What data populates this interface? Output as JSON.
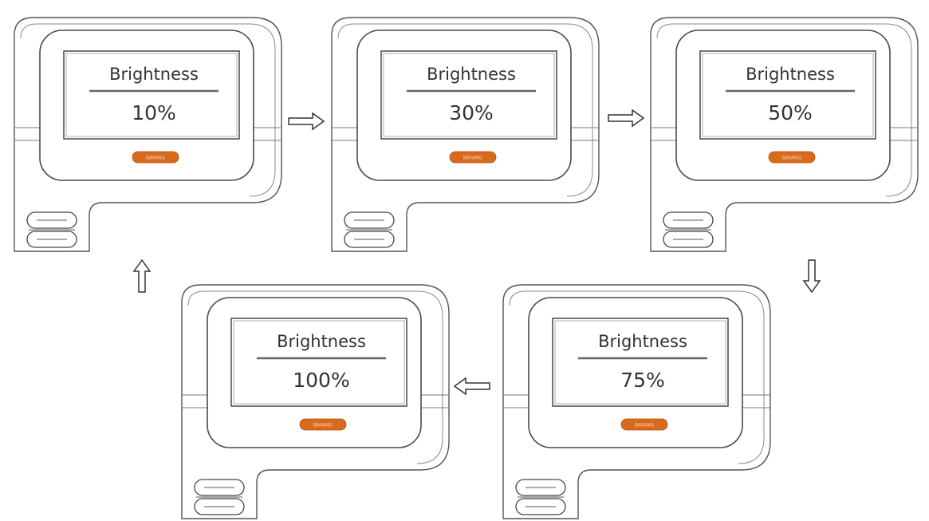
{
  "screens": [
    {
      "label": "Brightness",
      "value": "10%",
      "brand": "BAFANG"
    },
    {
      "label": "Brightness",
      "value": "30%",
      "brand": "BAFANG"
    },
    {
      "label": "Brightness",
      "value": "50%",
      "brand": "BAFANG"
    },
    {
      "label": "Brightness",
      "value": "75%",
      "brand": "BAFANG"
    },
    {
      "label": "Brightness",
      "value": "100%",
      "brand": "BAFANG"
    }
  ],
  "flow_direction_icons": [
    "arrow-right-icon",
    "arrow-right-icon",
    "arrow-down-icon",
    "arrow-left-icon",
    "arrow-up-icon"
  ],
  "colors": {
    "brand_pill": "#d96a1c",
    "outline": "#4a4a4a",
    "text": "#333333"
  }
}
